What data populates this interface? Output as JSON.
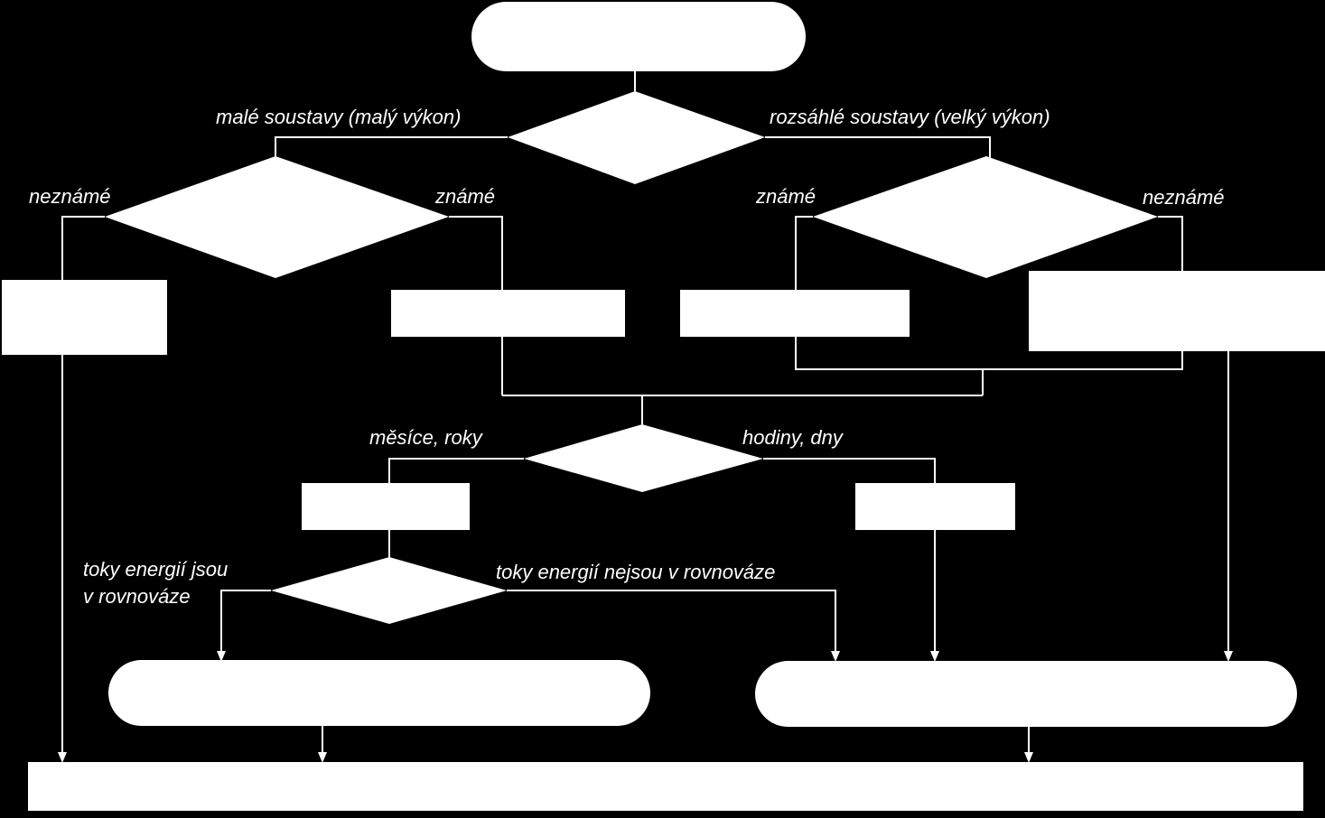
{
  "branch_labels": {
    "small_systems": "malé soustavy (malý výkon)",
    "large_systems": "rozsáhlé soustavy (velký výkon)",
    "left_unknown": "neznámé",
    "left_known": "známé",
    "right_known": "známé",
    "right_unknown": "neznámé",
    "months_years": "měsíce, roky",
    "hours_days": "hodiny, dny",
    "balanced_line1": "toky energií jsou",
    "balanced_line2": "v rovnováze",
    "not_balanced": "toky energií nejsou v rovnováze"
  },
  "colors": {
    "background": "#000000",
    "shapes": "#ffffff",
    "lines": "#ffffff",
    "labels": "#ffffff"
  }
}
